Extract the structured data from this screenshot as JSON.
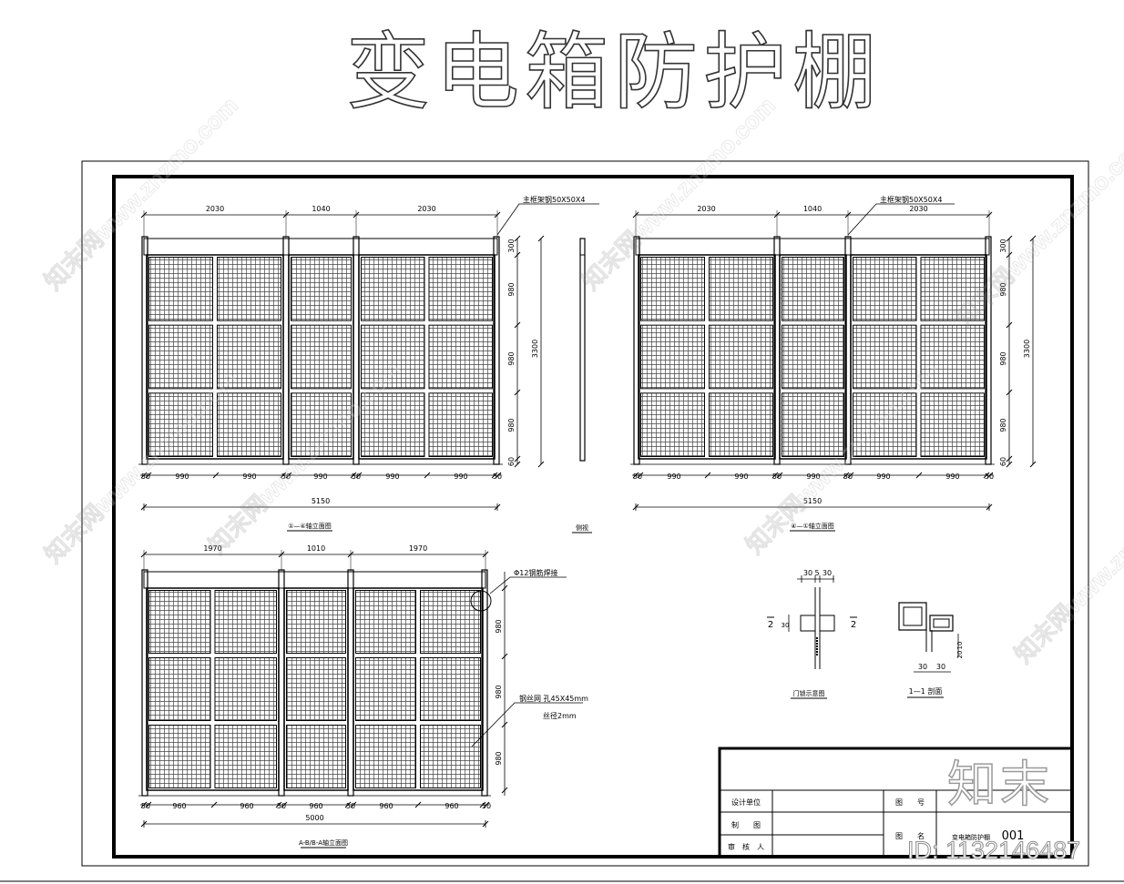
{
  "title": "变电箱防护棚",
  "watermark": {
    "text": "知末网www.znzmo.com",
    "logo": "知末",
    "id": "ID: 1132146487"
  },
  "elevation_1": {
    "top_dims": [
      "2030",
      "1040",
      "2030"
    ],
    "bottom_dims": [
      "50",
      "990",
      "990",
      "50",
      "990",
      "50",
      "990",
      "990",
      "50"
    ],
    "overall": "5150",
    "side_dims": [
      "300",
      "980",
      "980",
      "980",
      "60"
    ],
    "height_total": "3300",
    "callout": "主框架钢50X50X4",
    "caption": "①—④轴立面图"
  },
  "side_caption": "侧视",
  "elevation_2": {
    "top_dims": [
      "2030",
      "1040",
      "2030"
    ],
    "bottom_dims": [
      "50",
      "990",
      "990",
      "50",
      "990",
      "50",
      "990",
      "990",
      "50"
    ],
    "overall": "5150",
    "side_dims": [
      "300",
      "980",
      "980",
      "980",
      "60"
    ],
    "height_total": "3300",
    "callout": "主框架钢50X50X4",
    "caption": "④—①轴立面图"
  },
  "elevation_3": {
    "top_dims": [
      "1970",
      "1010",
      "1970"
    ],
    "bottom_dims": [
      "50",
      "960",
      "960",
      "50",
      "960",
      "50",
      "960",
      "960",
      "50"
    ],
    "overall": "5000",
    "side_dims": [
      "980",
      "980",
      "980"
    ],
    "callout_top": "Φ12钢筋焊接",
    "callout_mesh": "钢丝网 孔45X45mm",
    "callout_mesh2": "丝径2mm",
    "caption": "A-B/B-A轴立面图"
  },
  "detail_door": {
    "dims": [
      "30",
      "5",
      "30"
    ],
    "side": "30",
    "mark": "2",
    "caption": "门锁示意图"
  },
  "detail_section": {
    "dims": [
      "30",
      "30"
    ],
    "side": "10",
    "side2": "20",
    "caption": "1—1 剖面"
  },
  "title_block": {
    "design_unit": "设计单位",
    "drawn_by": "制　　图",
    "reviewer": "审　核　人",
    "drawing_no_label": "图　　号",
    "drawing_name_label": "图　　名",
    "drawing_name": "变电箱防护棚",
    "drawing_no": "001"
  }
}
